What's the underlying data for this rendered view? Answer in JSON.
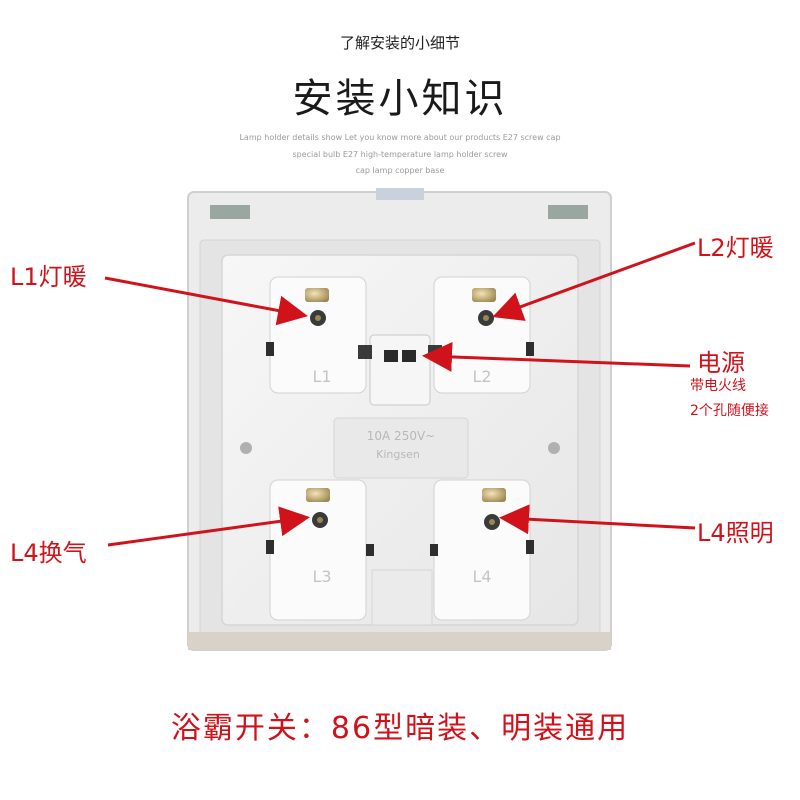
{
  "header": {
    "subtitle": "了解安装的小细节",
    "title": "安装小知识",
    "english_line_1": "Lamp holder details show Let you know more about our products E27 screw cap",
    "english_line_2": "special bulb E27 high-temperature lamp holder screw",
    "english_line_3": "cap lamp copper base"
  },
  "terminals": {
    "l1_label": "L1灯暖",
    "l2_label": "L2灯暖",
    "l4_vent_label": "L4换气",
    "l4_light_label": "L4照明",
    "power_label": "电源",
    "power_note_1": "带电火线",
    "power_note_2": "2个孔随便接"
  },
  "panel_marks": {
    "l1": "L1",
    "l2": "L2",
    "l3": "L3",
    "l4": "L4",
    "rating": "10A 250V~",
    "brand": "Kingsen"
  },
  "footer": {
    "caption": "浴霸开关：86型暗装、明装通用"
  },
  "colors": {
    "accent_red": "#d0121b",
    "panel_white": "#f4f4f4"
  }
}
